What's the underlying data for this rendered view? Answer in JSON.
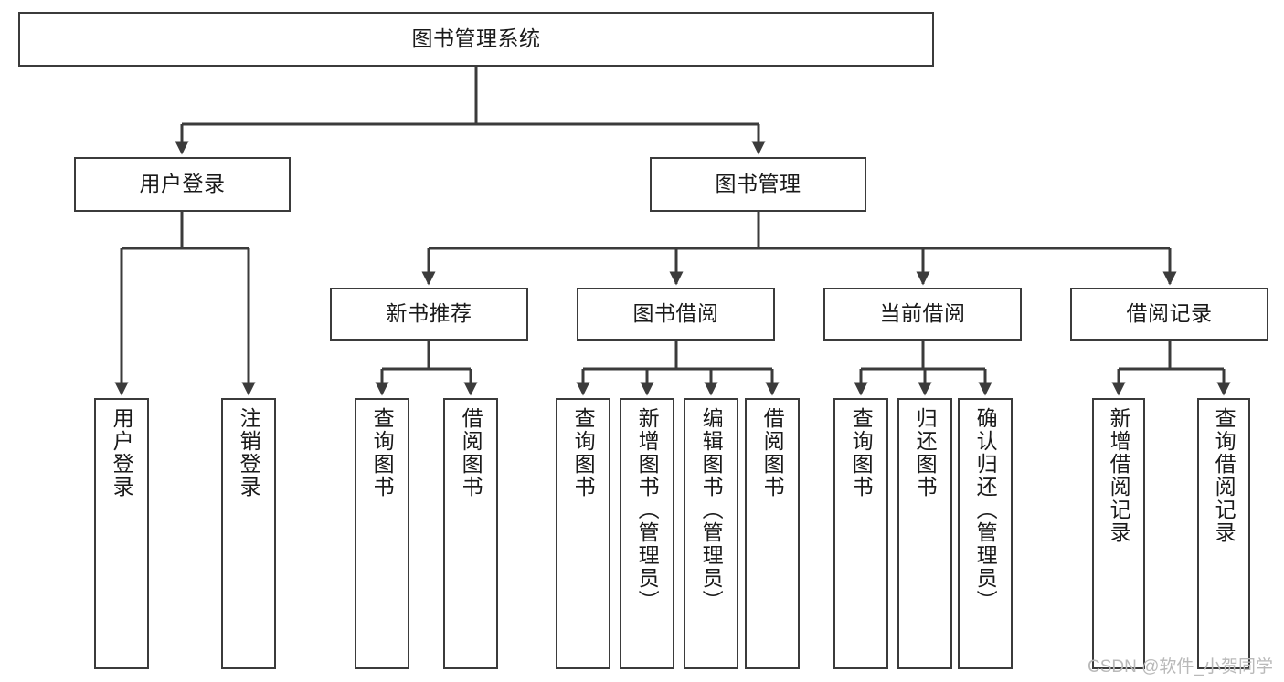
{
  "diagram": {
    "title": "图书管理系统",
    "watermark": "CSDN @软件_小贺同学",
    "stroke_color": "#3b3b3b",
    "fill_color": "#ffffff",
    "text_color": "#1a1a1a",
    "watermark_color": "#b9b9b9"
  },
  "nodes": {
    "root": {
      "label": "图书管理系统"
    },
    "level2": [
      {
        "id": "user-login",
        "label": "用户登录"
      },
      {
        "id": "book-management",
        "label": "图书管理"
      }
    ],
    "level3": [
      {
        "id": "new-book-recommend",
        "label": "新书推荐"
      },
      {
        "id": "book-borrow",
        "label": "图书借阅"
      },
      {
        "id": "current-borrow",
        "label": "当前借阅"
      },
      {
        "id": "borrow-record",
        "label": "借阅记录"
      }
    ],
    "leaves": [
      {
        "id": "leaf-user-login",
        "label": "用户登录",
        "parent": "user-login"
      },
      {
        "id": "leaf-logout-login",
        "label": "注销登录",
        "parent": "user-login"
      },
      {
        "id": "leaf-query-book-1",
        "label": "查询图书",
        "parent": "new-book-recommend"
      },
      {
        "id": "leaf-borrow-book-1",
        "label": "借阅图书",
        "parent": "new-book-recommend"
      },
      {
        "id": "leaf-query-book-2",
        "label": "查询图书",
        "parent": "book-borrow"
      },
      {
        "id": "leaf-add-book",
        "label": "新增图书（管理员）",
        "parent": "book-borrow"
      },
      {
        "id": "leaf-edit-book",
        "label": "编辑图书（管理员）",
        "parent": "book-borrow"
      },
      {
        "id": "leaf-borrow-book-2",
        "label": "借阅图书",
        "parent": "book-borrow"
      },
      {
        "id": "leaf-query-book-3",
        "label": "查询图书",
        "parent": "current-borrow"
      },
      {
        "id": "leaf-return-book",
        "label": "归还图书",
        "parent": "current-borrow"
      },
      {
        "id": "leaf-confirm-return",
        "label": "确认归还（管理员）",
        "parent": "current-borrow"
      },
      {
        "id": "leaf-add-record",
        "label": "新增借阅记录",
        "parent": "borrow-record"
      },
      {
        "id": "leaf-query-record",
        "label": "查询借阅记录",
        "parent": "borrow-record"
      }
    ]
  }
}
